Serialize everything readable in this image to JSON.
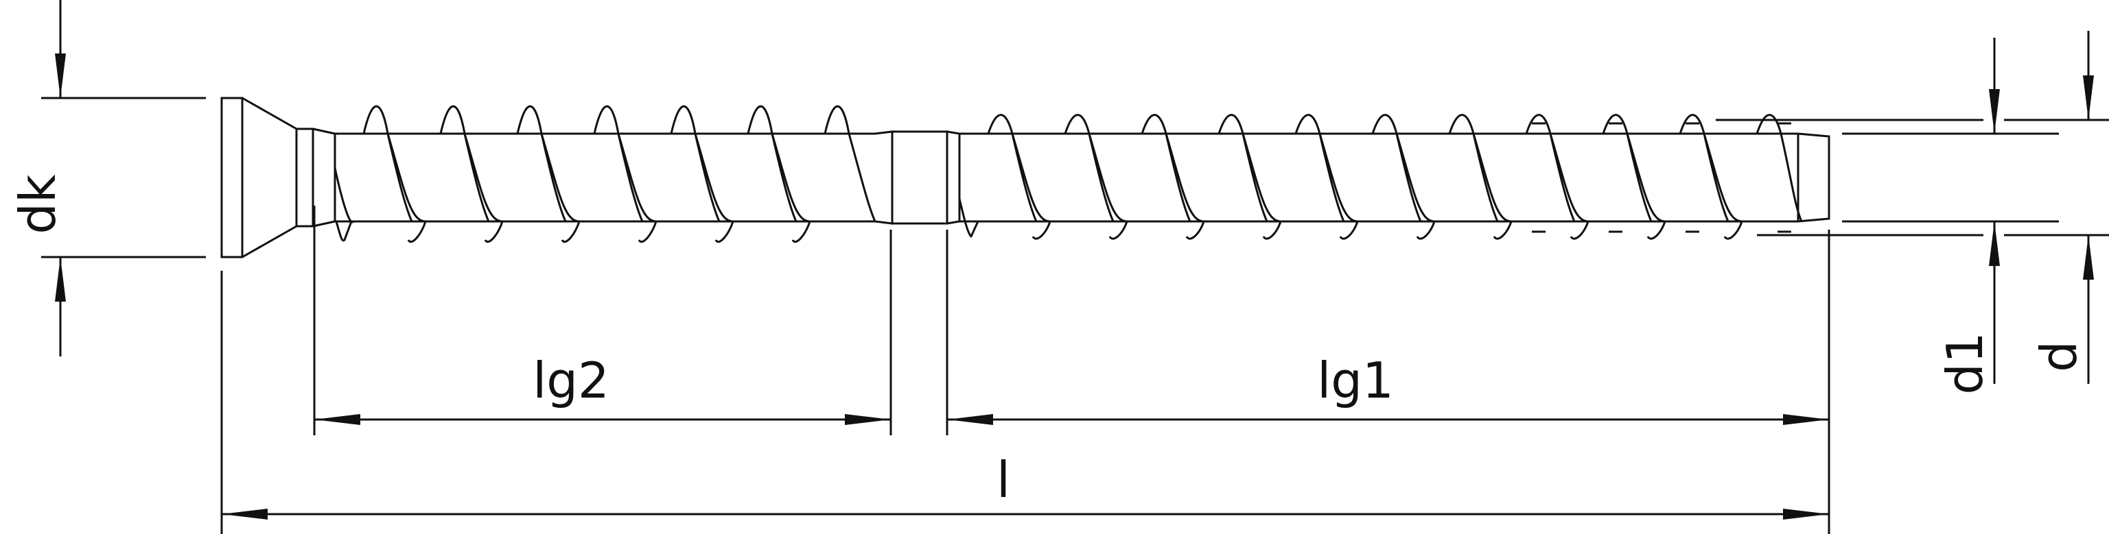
{
  "drawing": {
    "subject": "screw",
    "line_color": "#111111",
    "background": "#ffffff"
  },
  "dimensions": {
    "head_diameter": "dk",
    "thread_length_2": "lg2",
    "thread_length_1": "lg1",
    "total_length": "l",
    "core_diameter": "d1",
    "thread_diameter": "d"
  }
}
